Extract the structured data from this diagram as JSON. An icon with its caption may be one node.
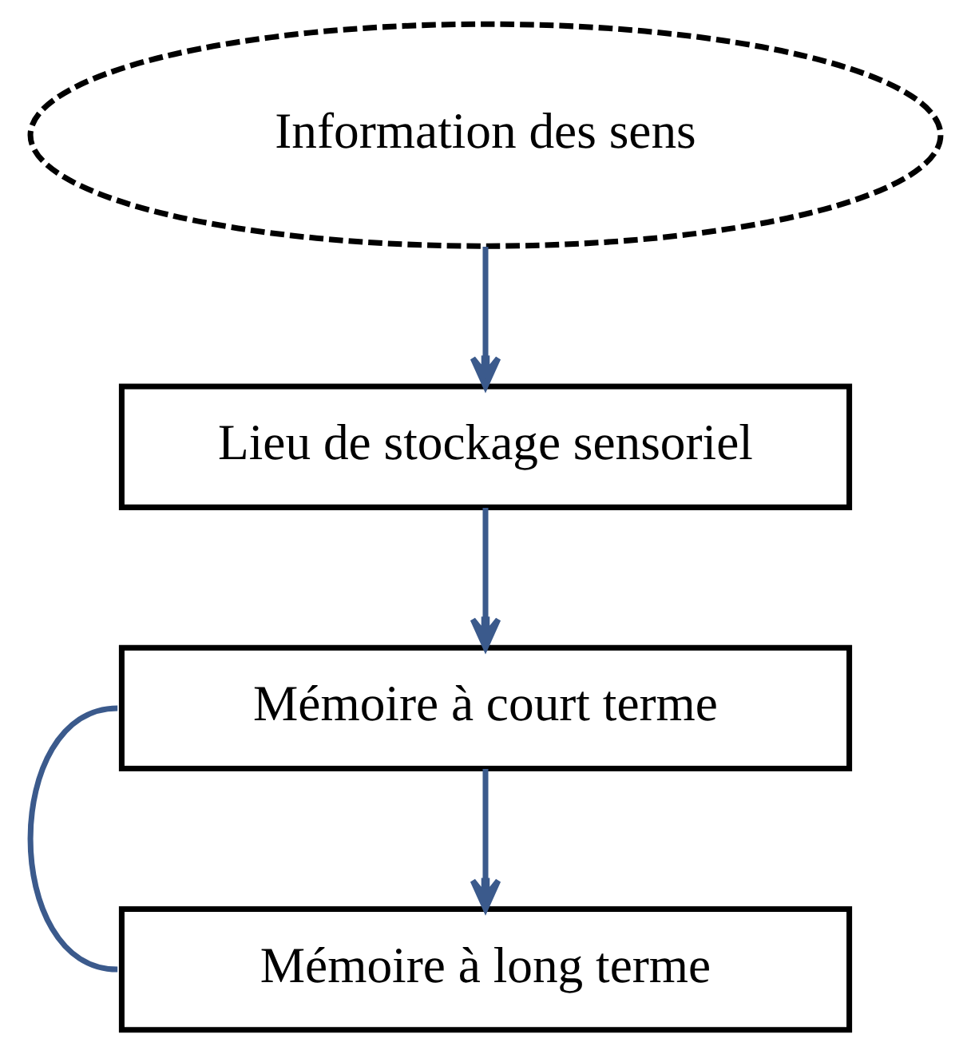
{
  "diagram": {
    "nodes": [
      {
        "text": [
          "Information des sens"
        ]
      },
      {
        "text": [
          "Lieu de stockage sensoriel"
        ]
      },
      {
        "text": [
          "Mémoire à court terme"
        ]
      },
      {
        "text": [
          "Mémoire à long terme"
        ]
      }
    ],
    "edges": [
      {
        "from": 0,
        "to": 1,
        "arrow": "to"
      },
      {
        "from": 1,
        "to": 2,
        "arrow": "to"
      },
      {
        "from": 2,
        "to": 3,
        "arrow": "to"
      },
      {
        "from": 2,
        "to": 3,
        "arrow": "none"
      }
    ]
  }
}
